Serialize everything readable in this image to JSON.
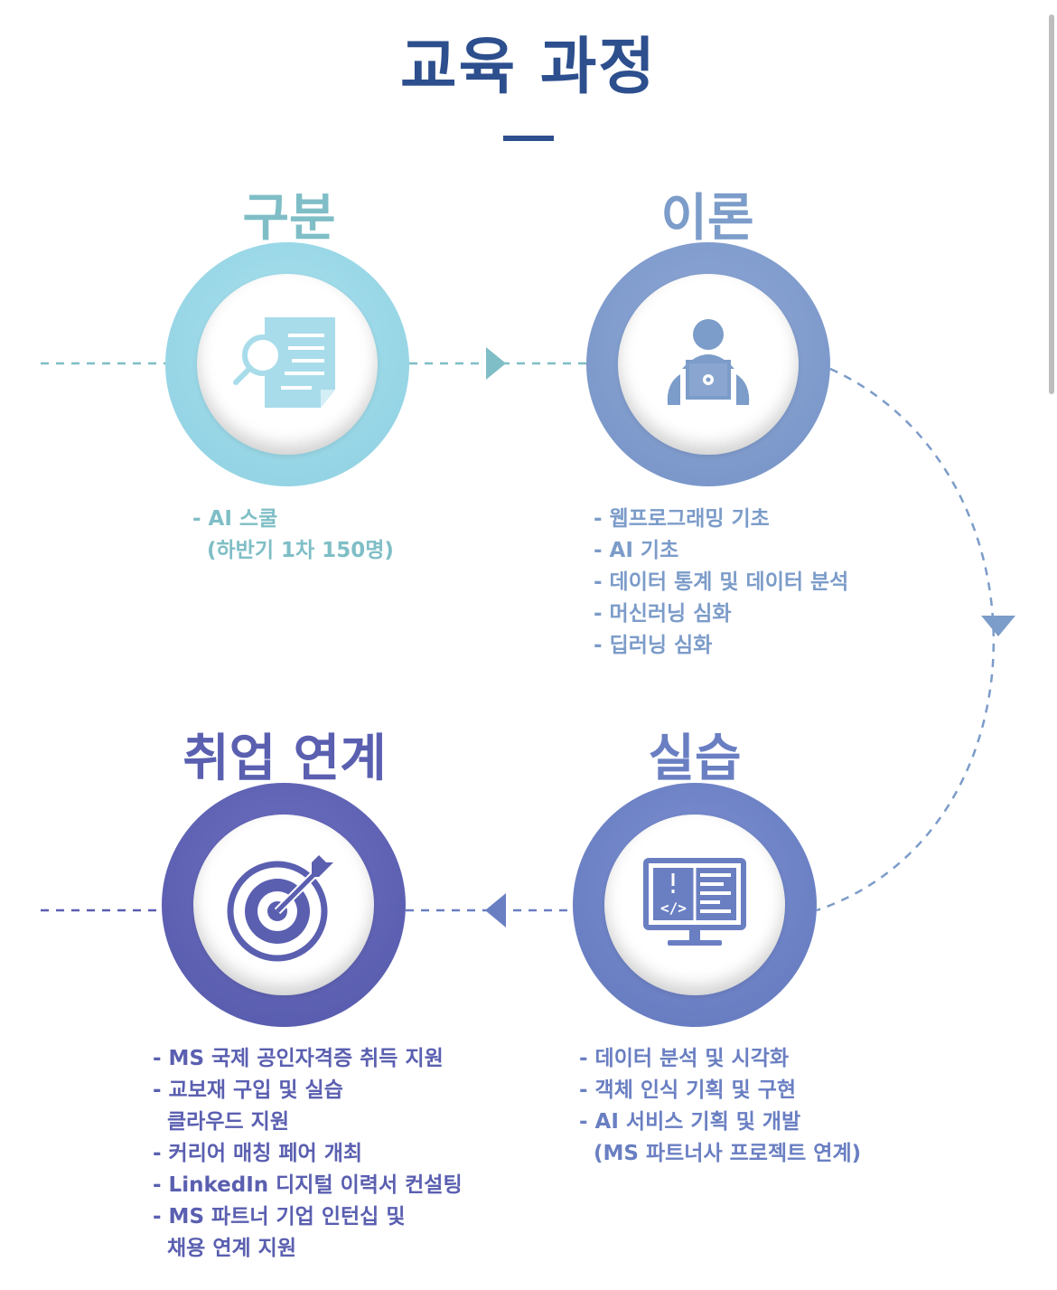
{
  "title": "교육 과정",
  "steps": [
    {
      "title": "구분",
      "icon": "document-search-icon",
      "color": "#7fbec6",
      "items": [
        "- AI 스쿨",
        "  (하반기 1차 150명)"
      ]
    },
    {
      "title": "이론",
      "icon": "person-laptop-icon",
      "color": "#7c9cc9",
      "items": [
        "- 웹프로그래밍 기초",
        "- AI 기초",
        "- 데이터 통계 및 데이터 분석",
        "- 머신러닝 심화",
        "- 딥러닝 심화"
      ]
    },
    {
      "title": "실습",
      "icon": "code-monitor-icon",
      "color": "#6a7fc2",
      "items": [
        "- 데이터 분석 및 시각화",
        "- 객체 인식 기획 및 구현",
        "- AI 서비스 기획 및 개발",
        "  (MS 파트너사 프로젝트 연계)"
      ]
    },
    {
      "title": "취업 연계",
      "icon": "target-arrow-icon",
      "color": "#5a5fb0",
      "items": [
        "- MS 국제 공인자격증 취득 지원",
        "- 교보재 구입 및 실습",
        "  클라우드 지원",
        "- 커리어 매칭 페어 개최",
        "- LinkedIn 디지털 이력서 컨설팅",
        "- MS 파트너 기업 인턴십 및",
        "  채용 연계 지원"
      ]
    }
  ]
}
